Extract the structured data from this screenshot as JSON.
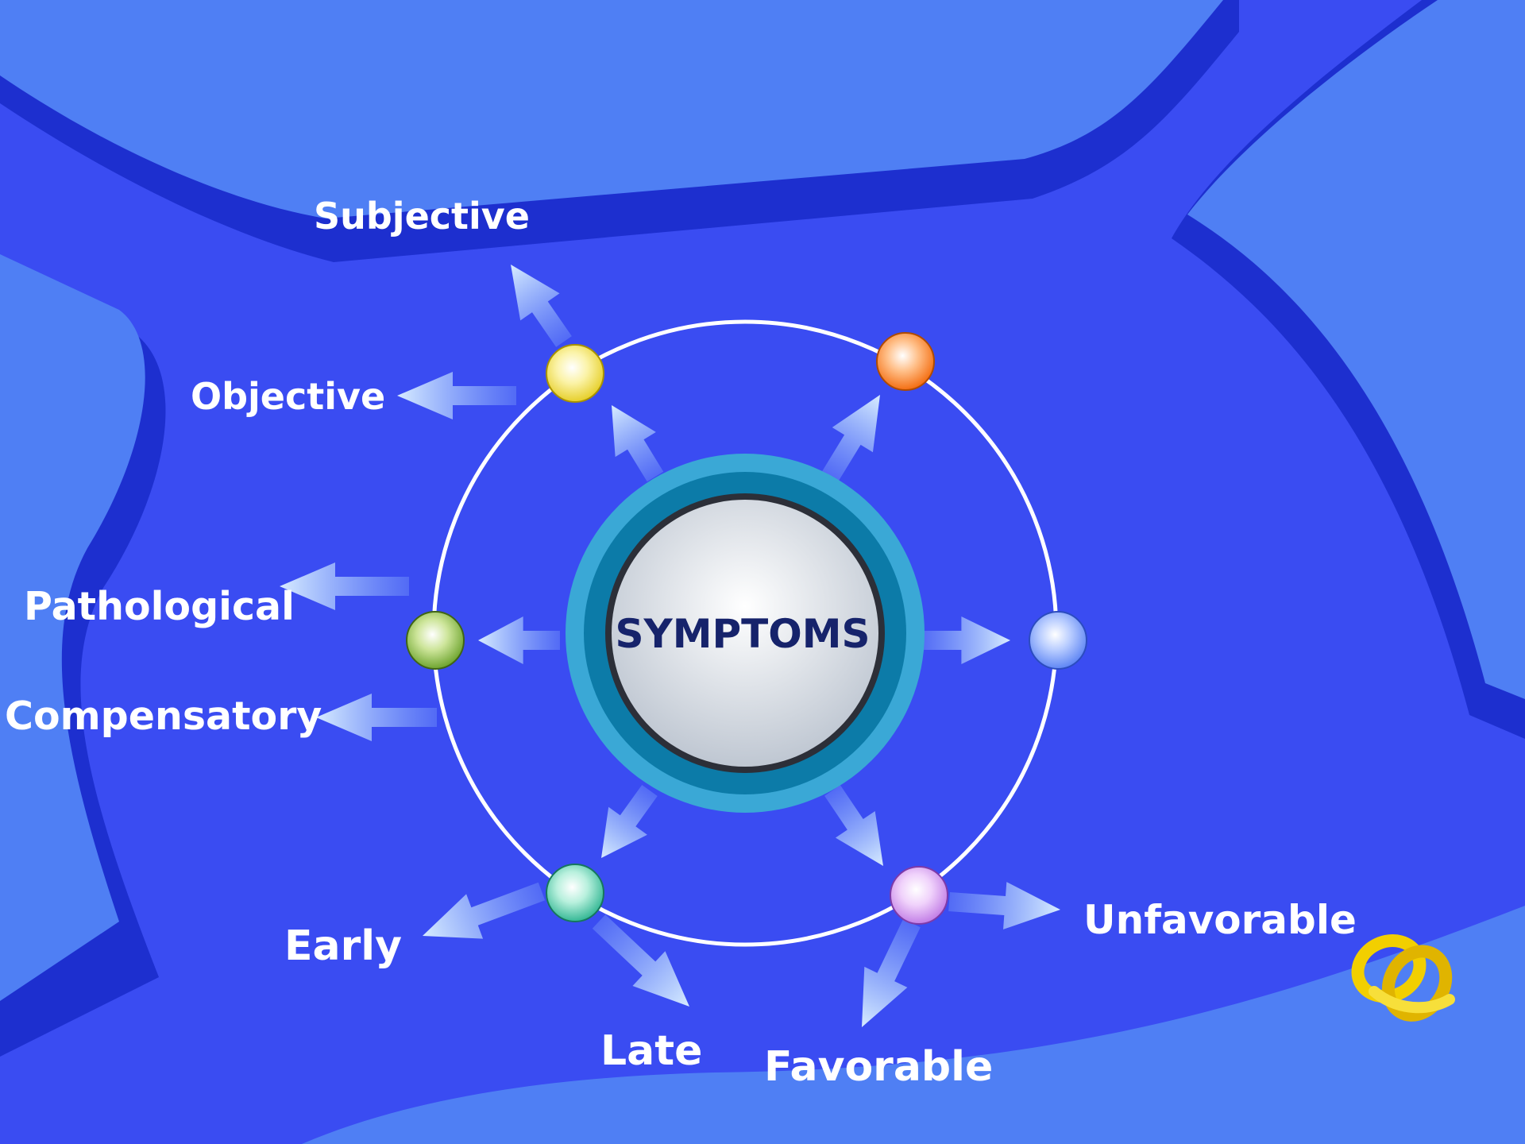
{
  "center": {
    "label": "SYMPTOMS"
  },
  "labels": {
    "subjective": "Subjective",
    "objective": "Objective",
    "pathological": "Pathological",
    "compensatory": "Compensatory",
    "early": "Early",
    "late": "Late",
    "favorable": "Favorable",
    "unfavorable": "Unfavorable"
  },
  "colors": {
    "background": "#3a4cf2",
    "panel": "#4f7ff4",
    "panel_shadow": "#1d2fcf",
    "ring": "#ffffff",
    "hub_outer": "#3aa8d6",
    "hub_inner": "#e8eef6",
    "node_yellow": "#f2e25a",
    "node_orange": "#ff8a2c",
    "node_green": "#8cc24a",
    "node_blue": "#7aa0ff",
    "node_teal": "#5ed3b2",
    "node_violet": "#d9a2f2",
    "logo": "#f2cf00"
  },
  "icons": {
    "logo": "yellow-knot-icon"
  }
}
